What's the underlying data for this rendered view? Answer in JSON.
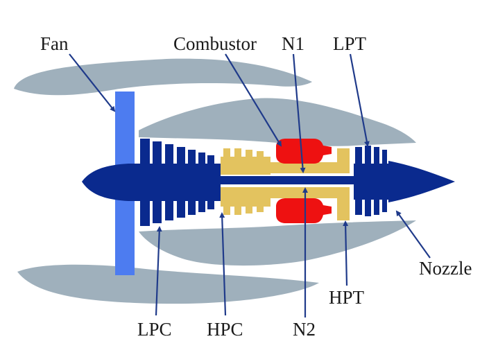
{
  "labels": {
    "fan": "Fan",
    "combustor": "Combustor",
    "n1": "N1",
    "lpt": "LPT",
    "nozzle": "Nozzle",
    "hpt": "HPT",
    "n2": "N2",
    "hpc": "HPC",
    "lpc": "LPC"
  },
  "colors": {
    "nacelle": "#9fb0bc",
    "fan_blade": "#4d7cf0",
    "low_pressure_spool": "#0a2a8e",
    "high_pressure_spool": "#e3c35f",
    "combustor": "#ee1111",
    "leader_line": "#1f3a8a"
  }
}
